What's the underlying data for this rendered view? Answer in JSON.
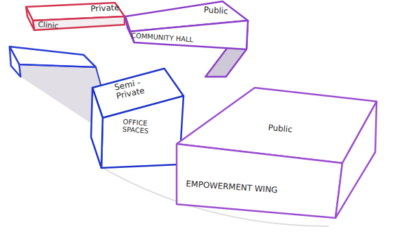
{
  "diagram": {
    "nodes": [
      {
        "text": [
          "Private",
          "Clinic"
        ]
      },
      {
        "text": [
          "Public",
          "COMMUNITY HALL"
        ]
      },
      {
        "text": [
          "Semi - Private",
          "OFFICE SPACES"
        ]
      },
      {
        "text": [
          "Public",
          "EMPOWERMENT WING"
        ]
      }
    ]
  }
}
